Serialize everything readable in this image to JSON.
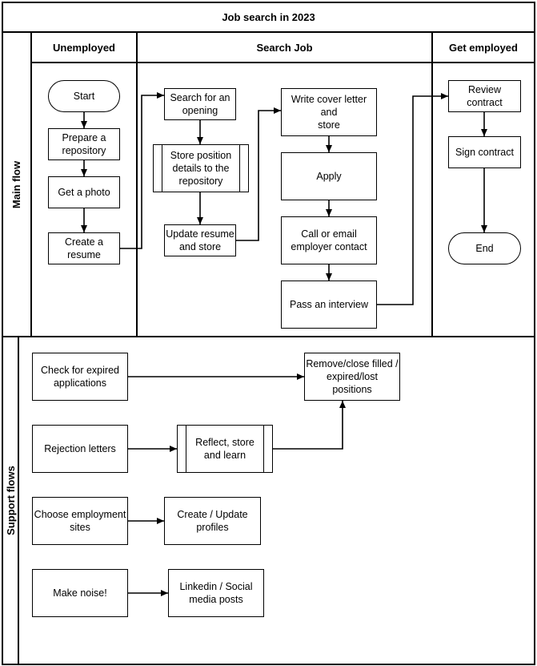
{
  "title": "Job search in 2023",
  "colors": {
    "stroke": "#000000",
    "background": "#ffffff",
    "text": "#000000"
  },
  "pools": {
    "main": {
      "label": "Main flow",
      "lanes": {
        "unemployed": {
          "label": "Unemployed"
        },
        "search_job": {
          "label": "Search Job"
        },
        "get_employed": {
          "label": "Get employed"
        }
      }
    },
    "support": {
      "label": "Support flows"
    }
  },
  "nodes": {
    "start": {
      "label": "Start",
      "type": "terminator"
    },
    "prepare_repository": {
      "label": "Prepare a\nrepository",
      "type": "process"
    },
    "get_photo": {
      "label": "Get a photo",
      "type": "process"
    },
    "create_resume": {
      "label": "Create a\nresume",
      "type": "process"
    },
    "search_opening": {
      "label": "Search for an\nopening",
      "type": "process"
    },
    "store_position": {
      "label": "Store position\ndetails to the\nrepository",
      "type": "subprocess"
    },
    "update_resume": {
      "label": "Update resume\nand store",
      "type": "process"
    },
    "write_cover": {
      "label": "Write cover letter and\nstore",
      "type": "process"
    },
    "apply": {
      "label": "Apply",
      "type": "process"
    },
    "call_email": {
      "label": "Call or email\nemployer contact",
      "type": "process"
    },
    "pass_interview": {
      "label": "Pass an interview",
      "type": "process"
    },
    "review_contract": {
      "label": "Review contract",
      "type": "process"
    },
    "sign_contract": {
      "label": "Sign contract",
      "type": "process"
    },
    "end": {
      "label": "End",
      "type": "terminator"
    },
    "check_expired": {
      "label": "Check for expired\napplications",
      "type": "process"
    },
    "remove_close": {
      "label": "Remove/close filled /\nexpired/lost positions",
      "type": "process"
    },
    "rejection_letters": {
      "label": "Rejection letters",
      "type": "process"
    },
    "reflect_store": {
      "label": "Reflect, store\nand learn",
      "type": "subprocess"
    },
    "choose_sites": {
      "label": "Choose employment\nsites",
      "type": "process"
    },
    "create_profiles": {
      "label": "Create / Update\nprofiles",
      "type": "process"
    },
    "make_noise": {
      "label": "Make noise!",
      "type": "process"
    },
    "linkedin_posts": {
      "label": "Linkedin / Social\nmedia posts",
      "type": "process"
    }
  }
}
